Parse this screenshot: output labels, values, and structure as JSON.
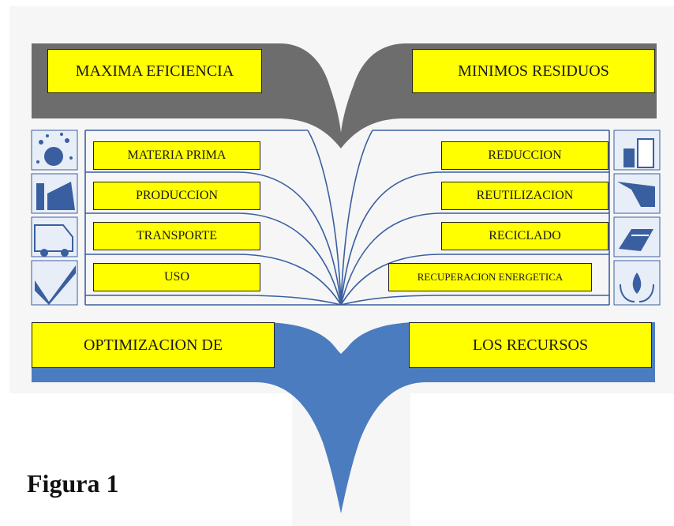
{
  "header": {
    "left": "MAXIMA EFICIENCIA",
    "right": "MINIMOS RESIDUOS"
  },
  "left_items": [
    "MATERIA PRIMA",
    "PRODUCCION",
    "TRANSPORTE",
    "USO"
  ],
  "right_items": [
    "REDUCCION",
    "REUTILIZACION",
    "RECICLADO",
    "RECUPERACION  ENERGETICA"
  ],
  "footer": {
    "left": "OPTIMIZACION DE",
    "right": "LOS RECURSOS"
  },
  "icons": {
    "left": [
      "particles-icon",
      "factory-hand-icon",
      "truck-icon",
      "checkmark-icon"
    ],
    "right": [
      "bottles-icon",
      "refill-icon",
      "recycle-hands-icon",
      "flame-hands-icon"
    ]
  },
  "colors": {
    "box_fill": "#ffff00",
    "top_band": "#6b6b6b",
    "bottom_band": "#4f7fbf",
    "lines": "#3a5fa0"
  },
  "caption": "Figura 1"
}
